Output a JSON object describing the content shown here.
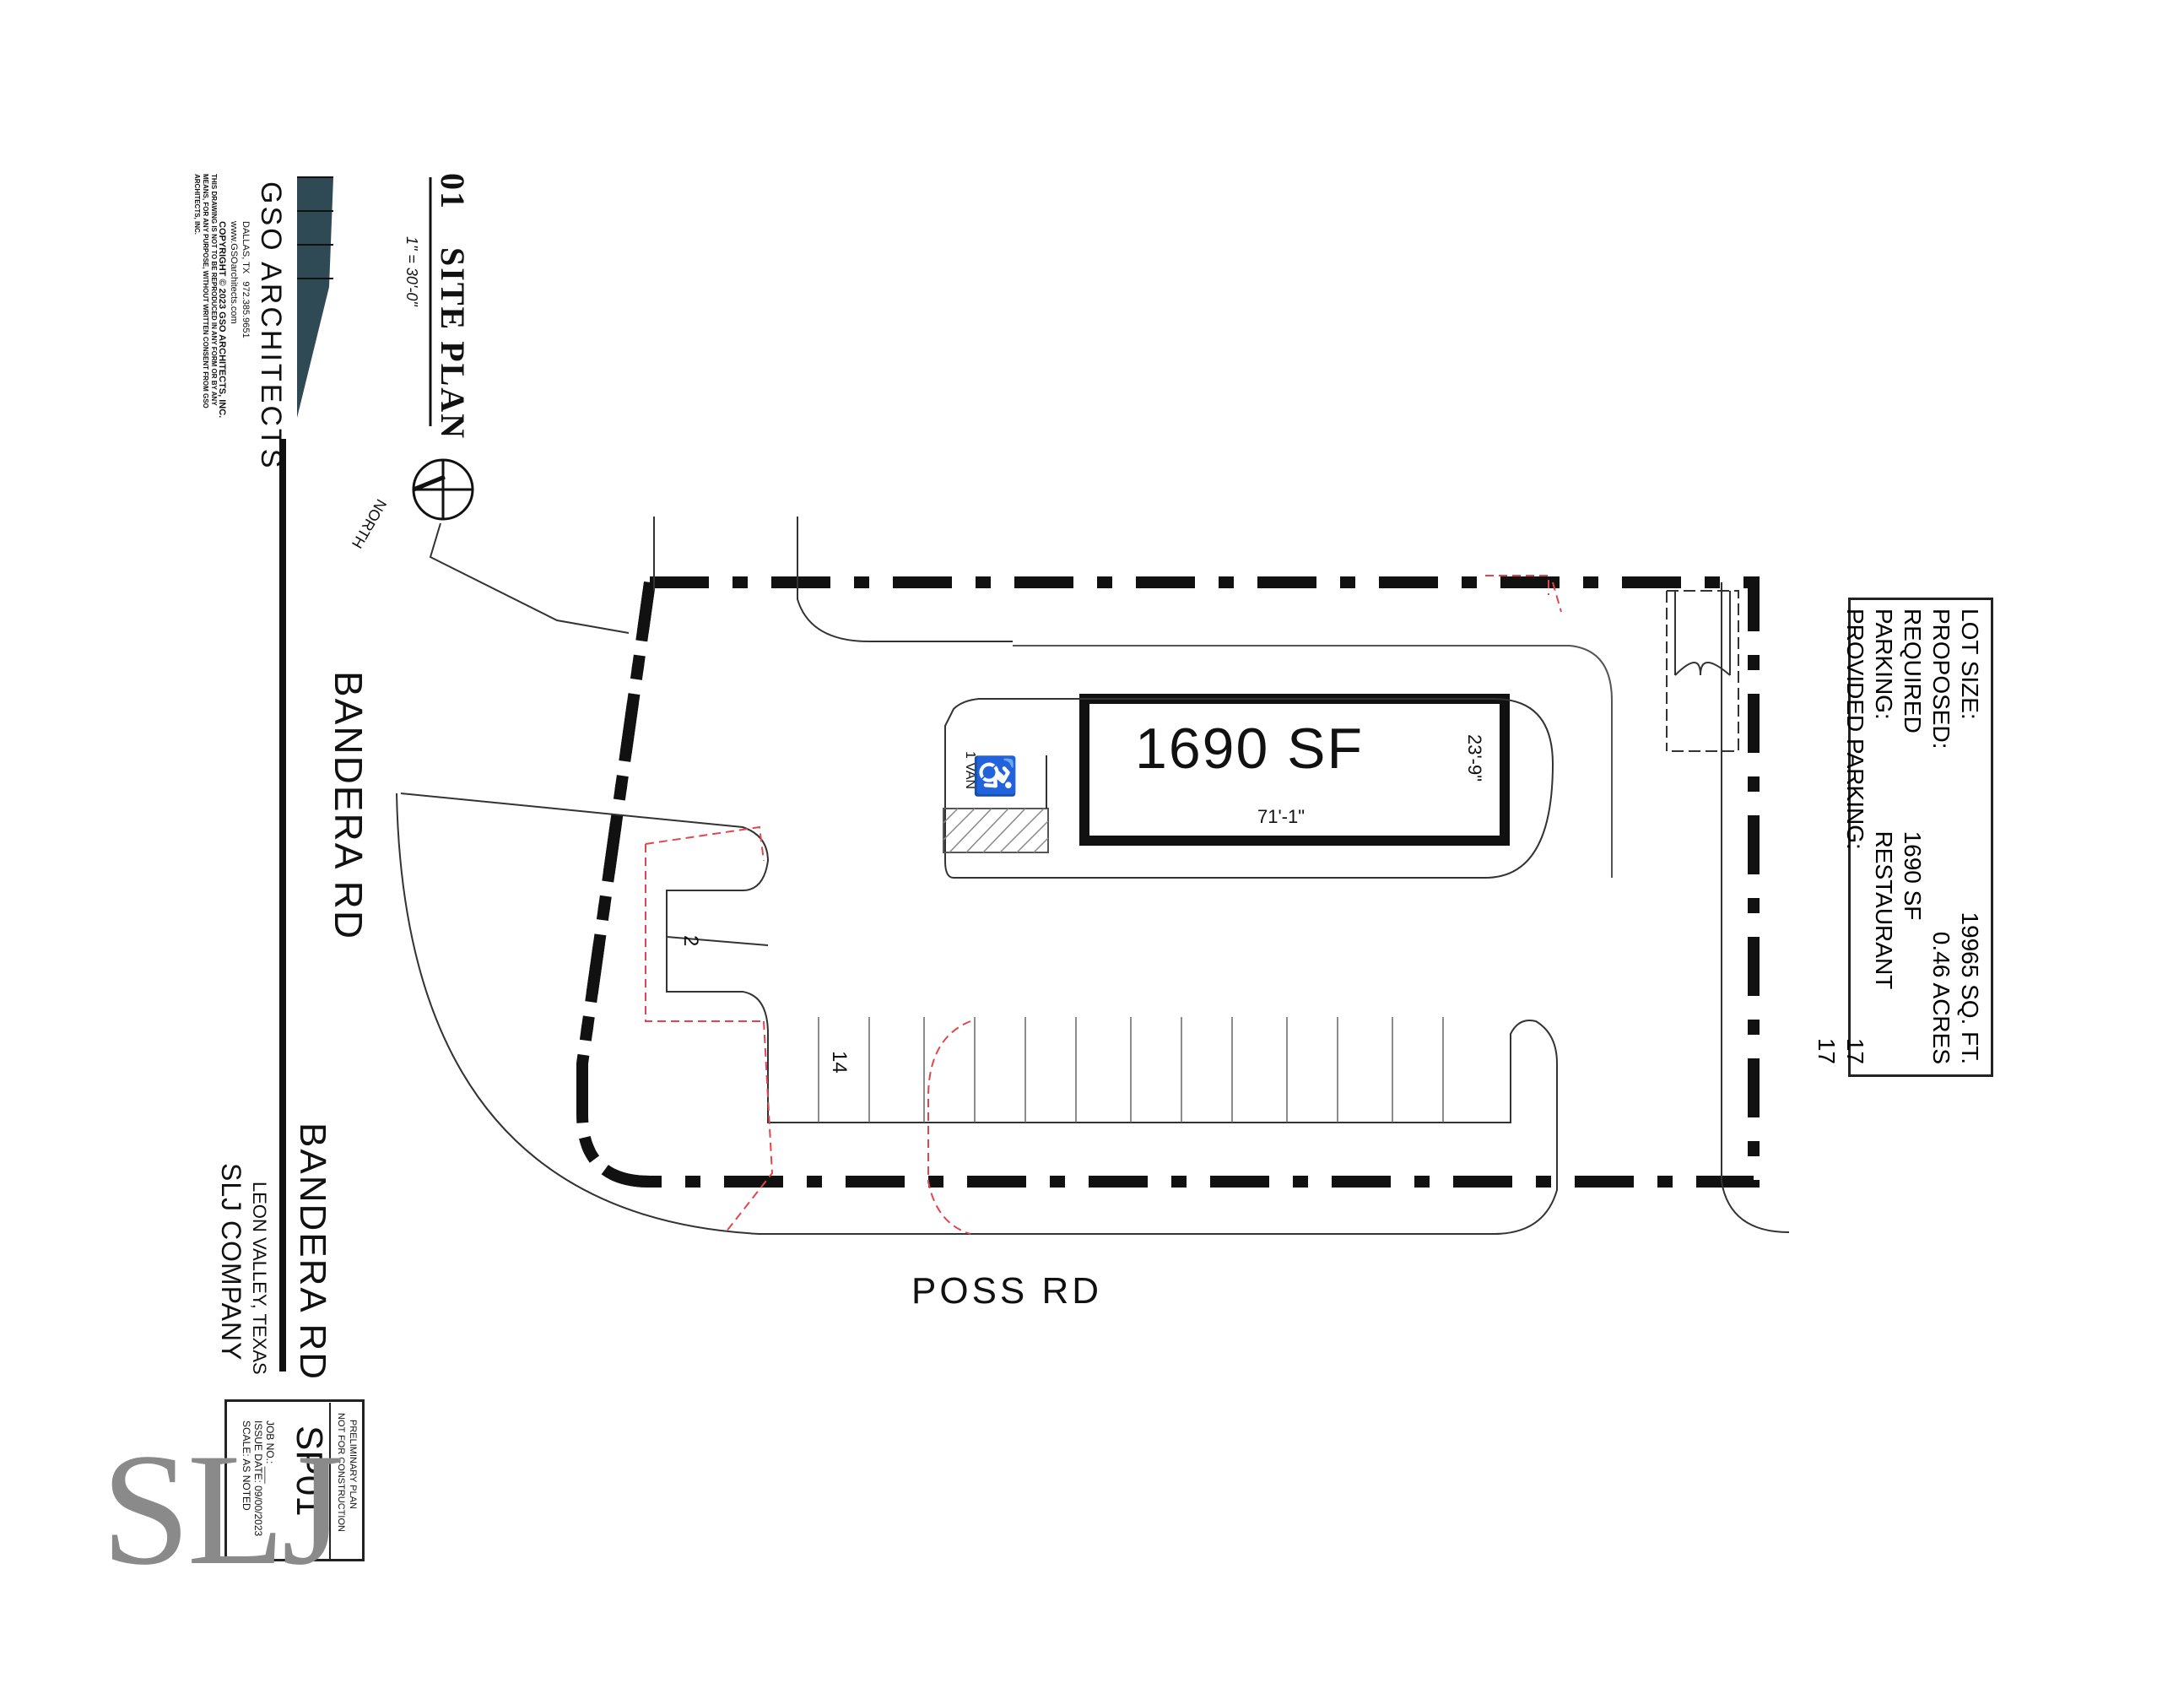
{
  "drawing": {
    "title": "SITE PLAN",
    "number": "01",
    "scale": "1\" = 30'-0\""
  },
  "firm": {
    "name": "GSO ARCHITECTS",
    "city": "DALLAS, TX",
    "phone": "972.385.9651",
    "web": "www.GSOarchitects.com",
    "copyright": "COPYRIGHT © 2023 GSO ARCHITECTS, INC.",
    "notice": "THIS DRAWING IS NOT TO BE REPRODUCED IN ANY FORM OR BY ANY MEANS, FOR ANY PURPOSE, WITHOUT WRITTEN CONSENT FROM GSO ARCHITECTS, INC."
  },
  "north_label": "NORTH",
  "streets": {
    "west": "BANDERA RD",
    "south": "POSS RD"
  },
  "building": {
    "area_label": "1690 SF",
    "width_dim": "71'-1\"",
    "depth_dim": "23'-9\""
  },
  "parking": {
    "accessible_label": "1 VAN",
    "count_a": "2",
    "count_b": "14"
  },
  "lot_table": {
    "rows": [
      {
        "label": "LOT SIZE:",
        "value": "19965 SQ. FT."
      },
      {
        "label": "PROPOSED:",
        "value": "0.46 ACRES"
      },
      {
        "label": "REQUIRED PARKING:",
        "value": "1690 SF RESTAURANT"
      },
      {
        "label": "PROVIDED PARKING:",
        "value": "17"
      },
      {
        "label": "",
        "value": "17"
      }
    ]
  },
  "project": {
    "street": "BANDERA RD",
    "location": "LEON VALLEY, TEXAS",
    "client": "SLJ COMPANY"
  },
  "title_block": {
    "sheet": "SP01",
    "job_no": "JOB NO.: ___",
    "issue_date": "ISSUE DATE: 09/00/2023",
    "scale": "SCALE: AS NOTED",
    "prelim1": "PRELIMINARY PLAN",
    "prelim2": "NOT FOR CONSTRUCTION"
  },
  "watermark": "SLJ",
  "colors": {
    "line": "#111111",
    "setback": "#e0474c",
    "logo_fill": "#2f4a55",
    "watermark": "#8a8a8a"
  }
}
